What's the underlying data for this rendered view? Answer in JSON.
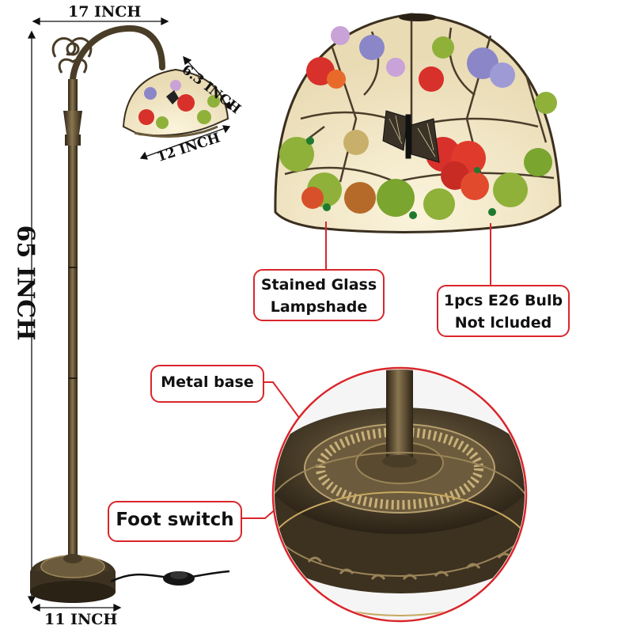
{
  "dimensions": {
    "width_top": "17 INCH",
    "shade_height": "6.3 INCH",
    "shade_width": "12 INCH",
    "total_height": "65 INCH",
    "base_width": "11 INCH"
  },
  "callouts": {
    "stained_glass_line1": "Stained Glass",
    "stained_glass_line2": "Lampshade",
    "bulb_line1": "1pcs E26 Bulb",
    "bulb_line2": "Not lcluded",
    "metal_base": "Metal base",
    "foot_switch": "Foot switch"
  },
  "colors": {
    "callout_border": "#d9262b",
    "bronze": "#5a4a30",
    "glass_green": "#8fb13a",
    "glass_red": "#d8302a",
    "glass_purple": "#8b86c8"
  }
}
